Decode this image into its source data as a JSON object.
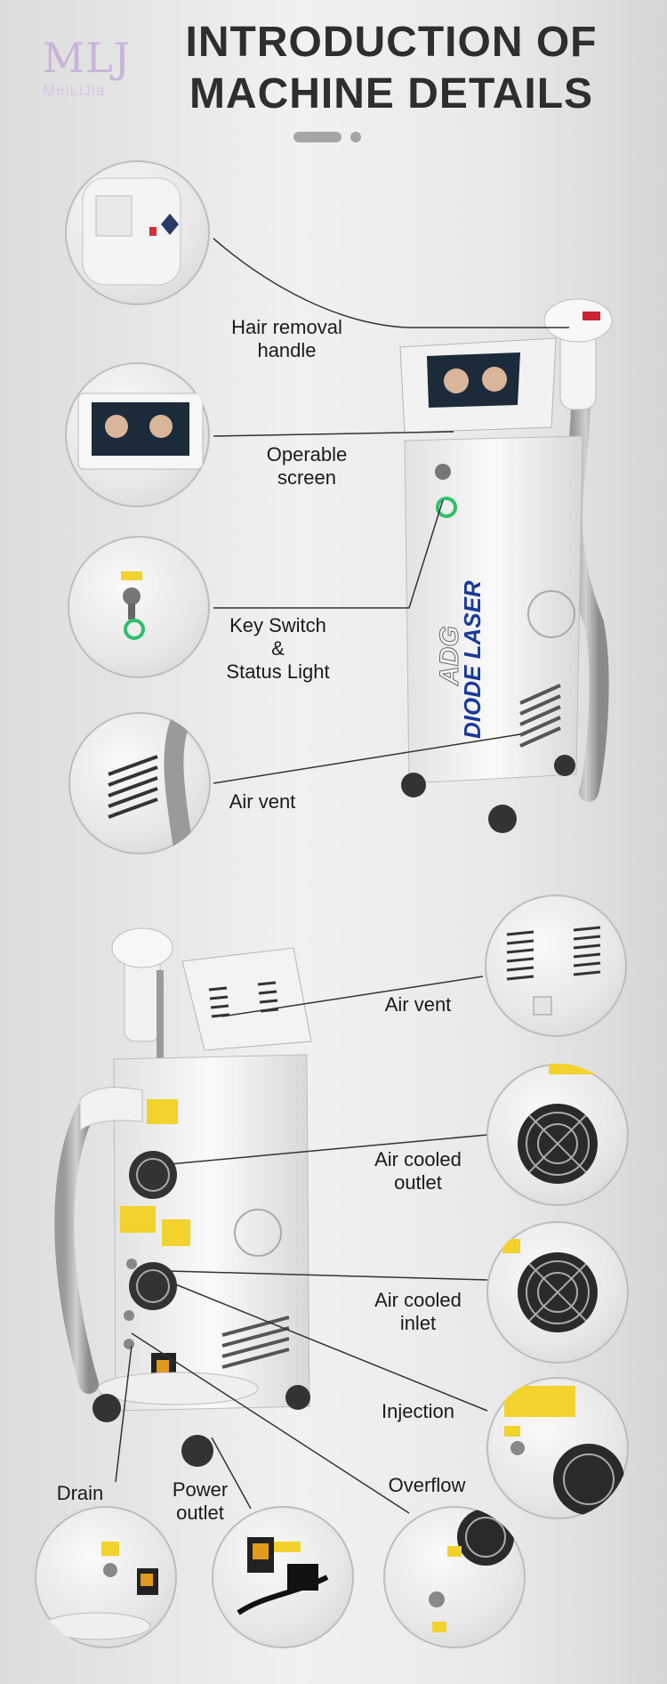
{
  "brand": {
    "mark": "MLJ",
    "name": "MeiLiJia"
  },
  "title": {
    "line1": "INTRODUCTION OF",
    "line2": "MACHINE DETAILS"
  },
  "machine_front": {
    "text_model": "ADG",
    "text_product": "DIODE LASER"
  },
  "labels": {
    "hair_removal": [
      "Hair removal",
      "handle"
    ],
    "operable_screen": [
      "Operable",
      "screen"
    ],
    "key_switch": [
      "Key Switch",
      "&",
      "Status Light"
    ],
    "air_vent_front": [
      "Air vent"
    ],
    "air_vent_back": [
      "Air vent"
    ],
    "air_cooled_outlet": [
      "Air cooled",
      "outlet"
    ],
    "air_cooled_inlet": [
      "Air cooled",
      "inlet"
    ],
    "injection": [
      "Injection"
    ],
    "overflow": [
      "Overflow"
    ],
    "drain": [
      "Drain"
    ],
    "power_outlet": [
      "Power",
      "outlet"
    ]
  },
  "colors": {
    "title": "#2e2e2e",
    "logo": "#c8b3d9",
    "accent_blue": "#1a3a9a",
    "callout_line": "#333333"
  }
}
